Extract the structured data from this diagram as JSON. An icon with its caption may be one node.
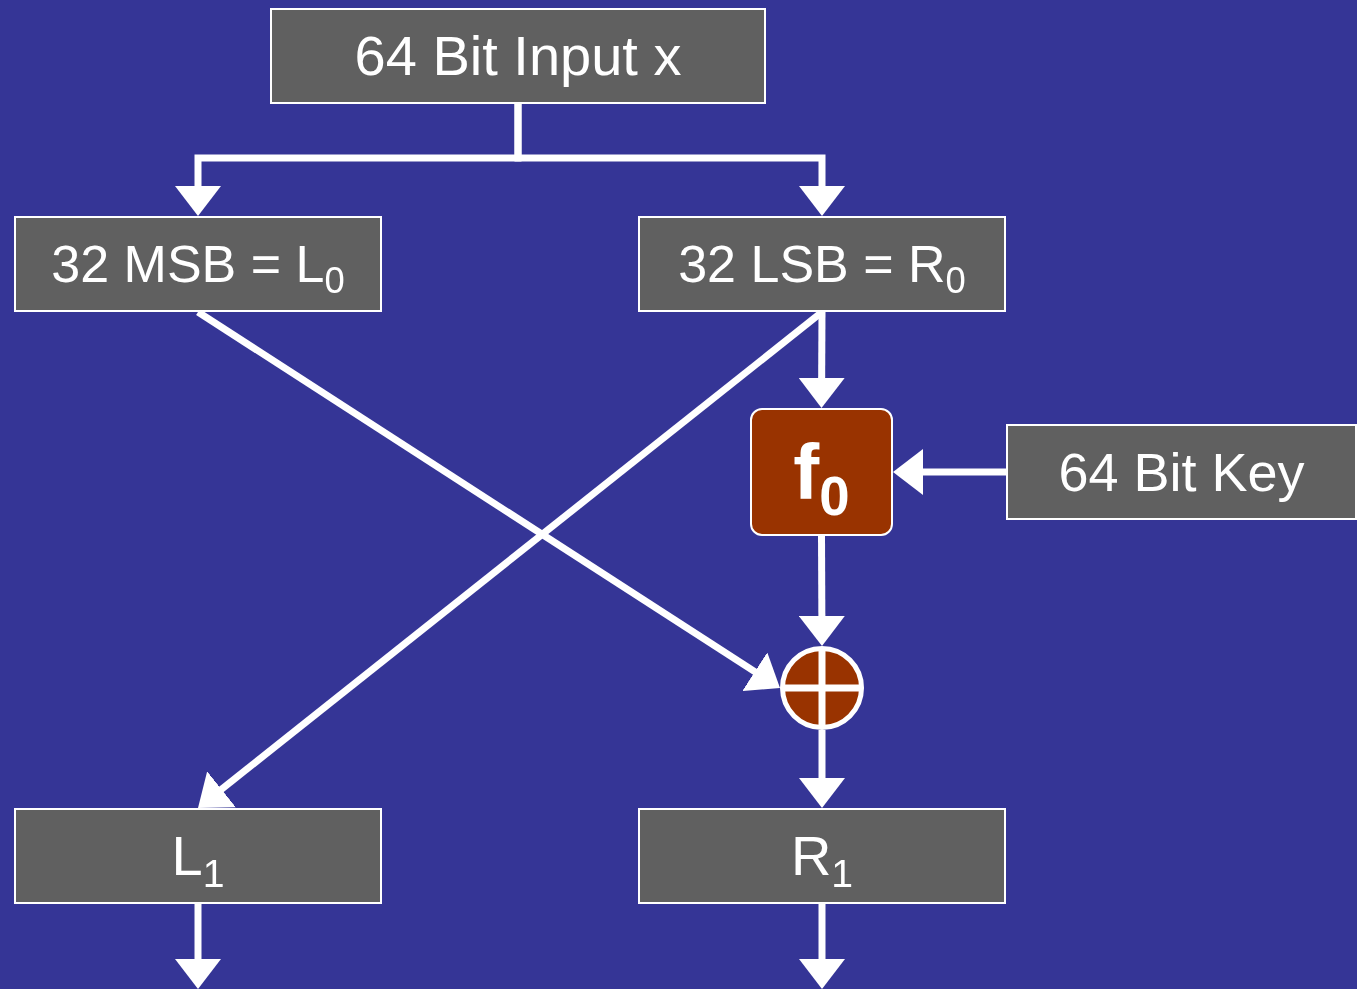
{
  "diagram": {
    "nodes": [
      {
        "text": [
          "64 Bit Input x"
        ]
      },
      {
        "text": [
          "32 MSB = L$_{0}$"
        ]
      },
      {
        "text": [
          "32 LSB = R$_{0}$"
        ]
      },
      {
        "text": [
          "f$_{0}$"
        ]
      },
      {
        "text": [
          "64 Bit Key"
        ]
      },
      {
        "text": [],
        "shape": "circle"
      },
      {
        "text": [
          "L$_{1}$"
        ]
      },
      {
        "text": [
          "R$_{1}$"
        ]
      }
    ],
    "edges": [
      {
        "from": 0,
        "to": 1,
        "arrow": "to"
      },
      {
        "from": 0,
        "to": 2,
        "arrow": "to"
      },
      {
        "from": 1,
        "to": 5,
        "arrow": "to"
      },
      {
        "from": 2,
        "to": 6,
        "arrow": "to"
      },
      {
        "from": 2,
        "to": 3,
        "arrow": "to"
      },
      {
        "from": 4,
        "to": 3,
        "arrow": "to"
      },
      {
        "from": 3,
        "to": 5,
        "arrow": "to"
      },
      {
        "from": 5,
        "to": 7,
        "arrow": "to"
      },
      {
        "from": 6,
        "to": null,
        "arrow": "to"
      },
      {
        "from": 7,
        "to": null,
        "arrow": "to"
      }
    ]
  }
}
